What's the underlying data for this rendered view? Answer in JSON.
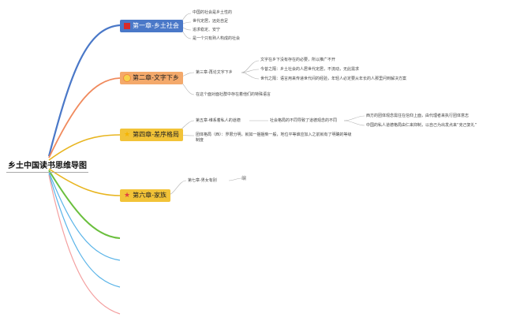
{
  "root": {
    "title": "乡土中国读书思维导图"
  },
  "chapters": [
    {
      "label": "第一章-乡土社会",
      "icon": "red-flag-icon",
      "items": [
        "中国的社会是乡土性的",
        "世代定居，远处自足",
        "追求稳定、安宁",
        "是一个只有熟人构成的社会"
      ]
    },
    {
      "label": "第二章-文字下乡",
      "icon": "sun-icon",
      "sub": {
        "label": "第三章-再论文字下乡",
        "items": [
          "文字在乡下没有存在的必要，所以推广不开",
          "今昔之隔：乡土社会的人居世代定居，不流动，无此需求",
          "世代之隔：语言用来传递世代间的经验，年轻人必定要从年长的人那里问到解决方案"
        ]
      },
      "extra": "在这个面对面社群中存在着他们的特殊语言"
    },
    {
      "label": "第四章-差序格局",
      "icon": "star-icon",
      "sub": {
        "label": "第五章-维系着私人的道德",
        "mid": "社会格局的不同导致了道德观念的不同",
        "items": [
          "西方的团体观念需往在信仰上面，由代理者来执行团体意志",
          "中国的私人道德格局由仁来抑制，以自己为出发点来“克己复礼”"
        ]
      },
      "extra": "团体格局（西）：界限分明，就如一捆捆柴一般，地位平等谁应加入之前就有了明确的等级制度"
    },
    {
      "label": "第六章-家族",
      "icon": "red-star-icon",
      "sub": {
        "label": "第七章-男女有别",
        "note": "编"
      }
    }
  ],
  "colors": {
    "blue": "#4a78c8",
    "orange": "#f08a5d",
    "yellow": "#e8b520",
    "green": "#6abf3d",
    "sky": "#5ab4e8",
    "pink": "#f4a0a0",
    "gray": "#b0b0b0"
  }
}
